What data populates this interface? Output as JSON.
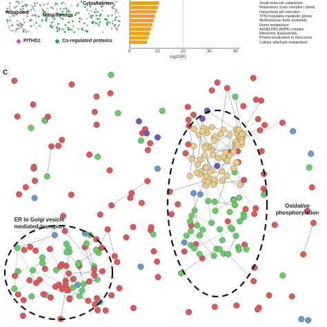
{
  "panel_b_left": {
    "clusters": [
      "Ribosome",
      "Cytoskeleton",
      "Mitochondria"
    ],
    "legend": [
      {
        "label": "PITHD1",
        "color": "#e040d0"
      },
      {
        "label": "Co-regulated proteins",
        "color": "#22aa44"
      }
    ]
  },
  "panel_b_bars": {
    "bar_color": "#f0a020",
    "xlabel": "-log10(P)",
    "ticks": [
      "0",
      "10",
      "20",
      "30",
      "40"
    ],
    "terms": [
      "Small molecule catabolism",
      "Respiratory chain complex I (beta)",
      "Intracellular pH reduction",
      "TP53 regulates metabolic genes",
      "Multivesicular body assembly",
      "Heme metabolism",
      "AXIN/LKB1-AMPK complex",
      "Ribosome disassembly",
      "Protein localization to mitoconria",
      "Cellular aldehyde metabolism"
    ],
    "values": [
      11,
      10.5,
      10,
      9.5,
      9,
      8.5,
      8,
      7.5,
      7,
      6.5
    ]
  },
  "panel_c": {
    "letter": "C",
    "annotations": {
      "left": "ER to Golgi vesicle\nmediated-transport",
      "right": "Oxidative\nphosphorylation"
    },
    "node_colors": {
      "red": "#e05555",
      "green": "#66cc66",
      "blue": "#6699cc",
      "tan": "#e8cc88",
      "purple": "#7755bb"
    }
  }
}
